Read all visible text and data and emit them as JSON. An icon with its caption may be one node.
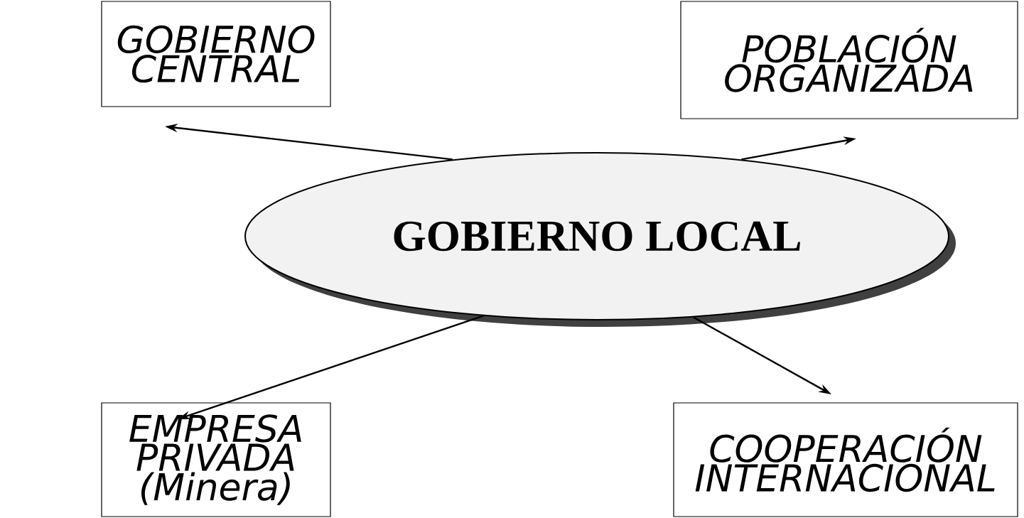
{
  "diagram": {
    "nodes": [
      {
        "text": [
          "GOBIERNO CENTRAL"
        ]
      },
      {
        "text": [
          "POBLACIÓN ORGANIZADA"
        ]
      },
      {
        "text": [
          "GOBIERNO LOCAL"
        ]
      },
      {
        "text": [
          "EMPRESA PRIVADA (Minera)"
        ]
      },
      {
        "text": [
          "COOPERACIÓN INTERNACIONAL"
        ]
      }
    ],
    "edges": [
      {
        "from": 2,
        "to": 0,
        "arrow": "to"
      },
      {
        "from": 2,
        "to": 1,
        "arrow": "to"
      },
      {
        "from": 2,
        "to": 3,
        "arrow": "to"
      },
      {
        "from": 2,
        "to": 4,
        "arrow": "to"
      }
    ]
  }
}
